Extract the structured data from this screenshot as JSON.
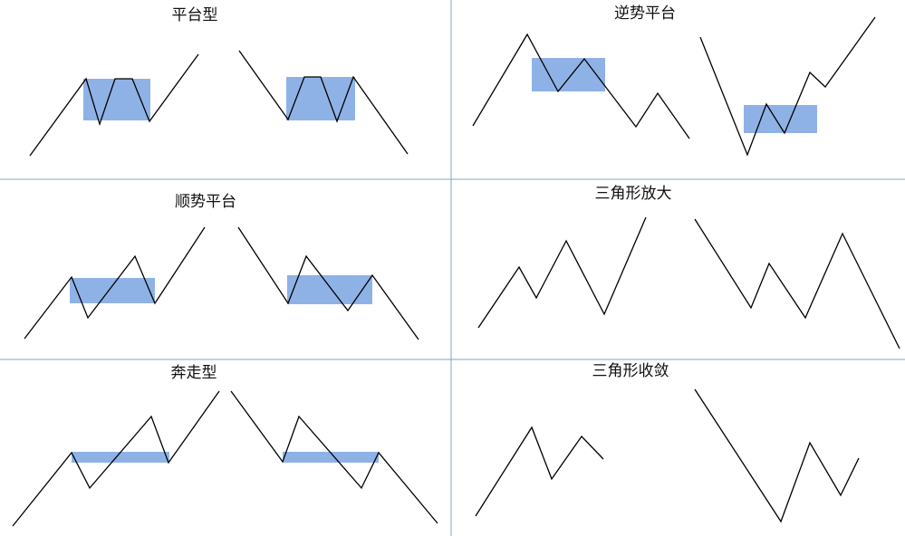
{
  "colors": {
    "divider": "#8aa3c2",
    "highlight": "#8fb2e6",
    "line": "#000000"
  },
  "panels": [
    {
      "id": "platform",
      "title": "平台型"
    },
    {
      "id": "counter-trend-platform",
      "title": "逆势平台"
    },
    {
      "id": "trend-platform",
      "title": "顺势平台"
    },
    {
      "id": "expanding-triangle",
      "title": "三角形放大"
    },
    {
      "id": "runaway",
      "title": "奔走型"
    },
    {
      "id": "contracting-triangle",
      "title": "三角形收敛"
    }
  ]
}
